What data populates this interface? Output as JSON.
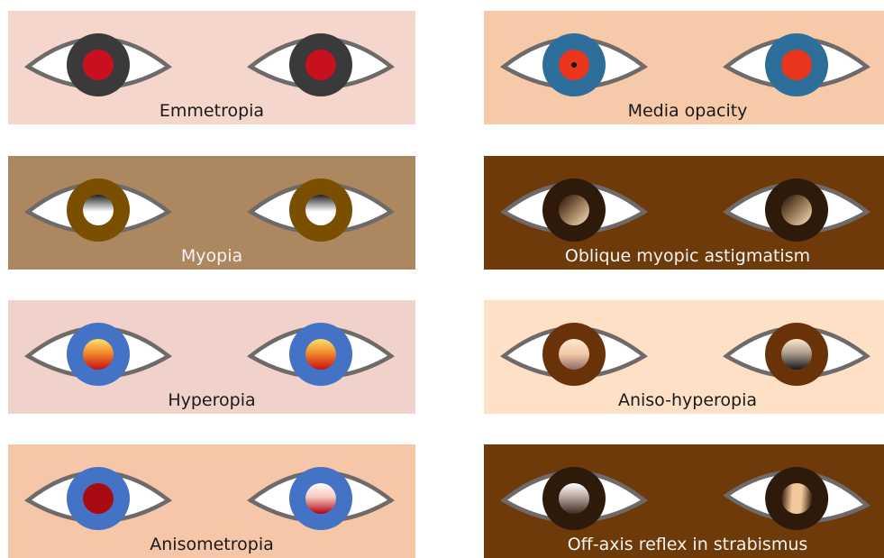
{
  "panels": [
    {
      "id": "emmetropia",
      "label": "Emmetropia",
      "bg": "#f4d6cc",
      "label_tone": "dark",
      "iris": "#3a3a3a",
      "left_reflex": {
        "type": "red"
      },
      "right_reflex": {
        "type": "red"
      }
    },
    {
      "id": "media-opacity",
      "label": "Media opacity",
      "bg": "#f6c9a8",
      "label_tone": "dark",
      "iris": "#2e6e9a",
      "left_reflex": {
        "type": "red-dot"
      },
      "right_reflex": {
        "type": "red-bright"
      }
    },
    {
      "id": "myopia",
      "label": "Myopia",
      "bg": "#ad8760",
      "label_tone": "light",
      "iris": "#7a4f00",
      "left_reflex": {
        "type": "bright-bottom"
      },
      "right_reflex": {
        "type": "bright-bottom"
      }
    },
    {
      "id": "oblique-myopic-astigmatism",
      "label": "Oblique myopic astigmatism",
      "bg": "#6e3a0a",
      "label_tone": "light",
      "iris": "#2e1a0a",
      "left_reflex": {
        "type": "bright-oblique"
      },
      "right_reflex": {
        "type": "bright-oblique"
      }
    },
    {
      "id": "hyperopia",
      "label": "Hyperopia",
      "bg": "#f0d2ca",
      "label_tone": "dark",
      "iris": "#4472c4",
      "left_reflex": {
        "type": "bright-top"
      },
      "right_reflex": {
        "type": "bright-top"
      }
    },
    {
      "id": "aniso-hyperopia",
      "label": "Aniso-hyperopia",
      "bg": "#fde0c6",
      "label_tone": "dark",
      "iris": "#6a3208",
      "left_reflex": {
        "type": "bright-top-pale"
      },
      "right_reflex": {
        "type": "bright-top-dark"
      }
    },
    {
      "id": "anisometropia",
      "label": "Anisometropia",
      "bg": "#f6c6a8",
      "label_tone": "dark",
      "iris": "#4472c4",
      "left_reflex": {
        "type": "dark-red"
      },
      "right_reflex": {
        "type": "bright-bottom-red"
      }
    },
    {
      "id": "off-axis-reflex-in-strabismus",
      "label": "Off-axis reflex in strabismus",
      "bg": "#6e3a0a",
      "label_tone": "light",
      "iris": "#2e1a0a",
      "left_reflex": {
        "type": "bright-bottom-grey"
      },
      "right_reflex": {
        "type": "bright-vertical"
      }
    }
  ]
}
